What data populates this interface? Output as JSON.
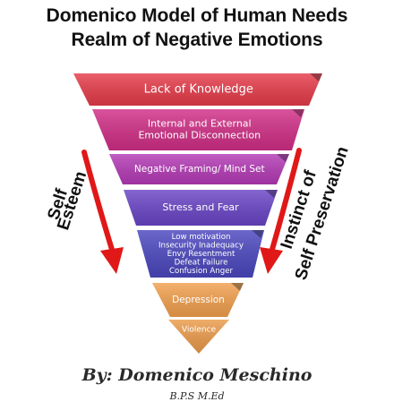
{
  "title": {
    "line1": "Domenico Model of Human Needs",
    "line2": "Realm of Negative Emotions"
  },
  "levels": [
    {
      "id": "lack",
      "lines": [
        "Lack of Knowledge"
      ],
      "color": "#e63c4a"
    },
    {
      "id": "disconnect",
      "lines": [
        "Internal and External",
        "Emotional Disconnection"
      ],
      "color": "#d12e86"
    },
    {
      "id": "framing",
      "lines": [
        "Negative Framing/ Mind Set"
      ],
      "color": "#b43ab6"
    },
    {
      "id": "stress",
      "lines": [
        "Stress and Fear"
      ],
      "color": "#6a45c6"
    },
    {
      "id": "feelings",
      "lines": [
        "Low motivation",
        "Insecurity  Inadequacy",
        "Envy Resentment",
        "Defeat Failure",
        "Confusion Anger"
      ],
      "color": "#4b47bf"
    },
    {
      "id": "depression",
      "lines": [
        "Depression"
      ],
      "color": "#f2a04e"
    },
    {
      "id": "violence",
      "lines": [
        "Violence"
      ],
      "color": "#eb9b4a"
    }
  ],
  "left_label": {
    "lines": [
      "Self",
      "Esteem"
    ]
  },
  "right_label": {
    "lines": [
      "Instinct of",
      "Self Preservation"
    ]
  },
  "arrow_color": "#e01818",
  "byline": {
    "author": "By: Domenico Meschino",
    "credentials": "B.P.S M.Ed"
  }
}
